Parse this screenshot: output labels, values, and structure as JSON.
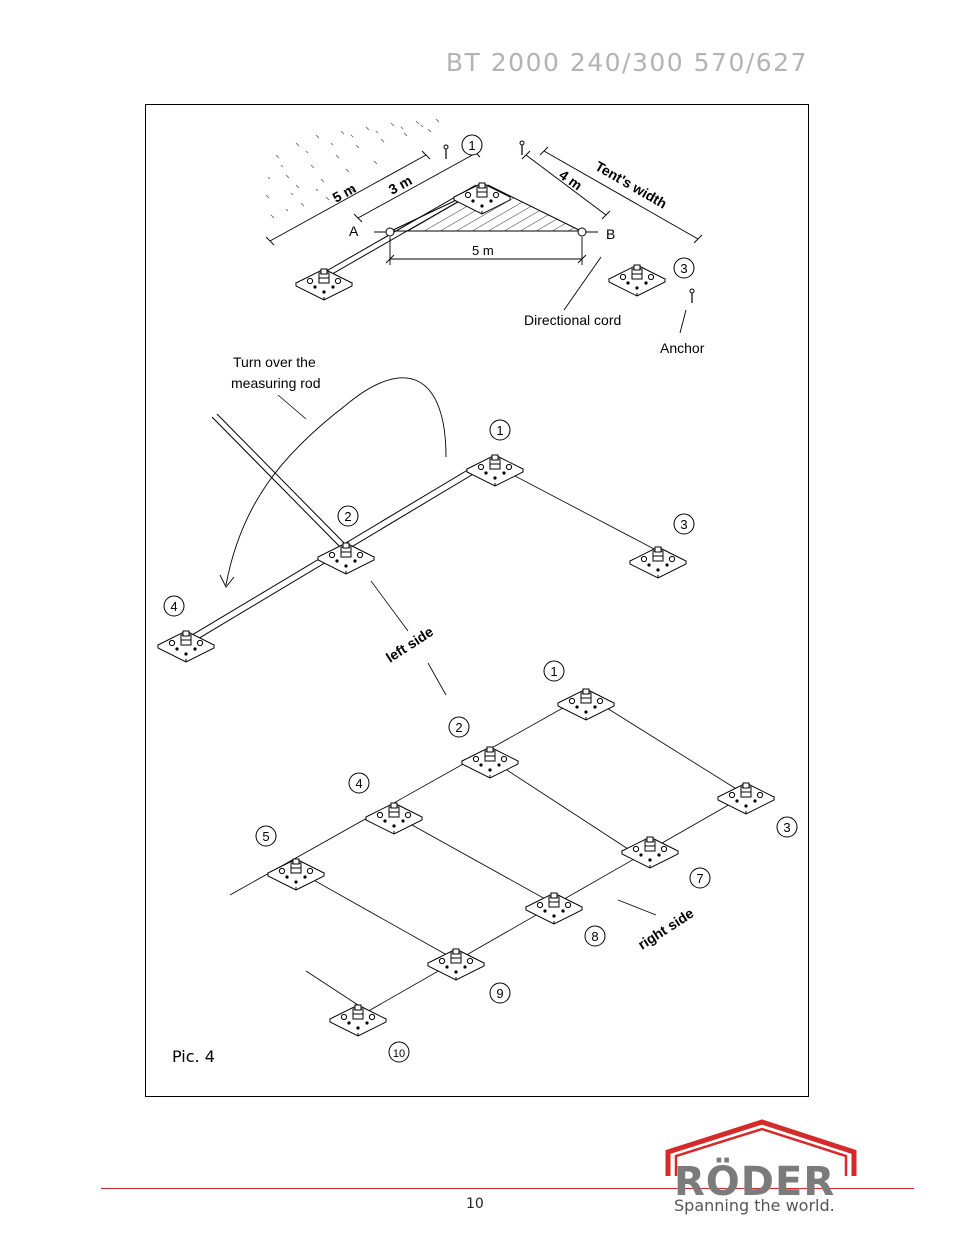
{
  "header": {
    "doc_title": "BT 2000 240/300 570/627"
  },
  "figure": {
    "caption": "Pic. 4",
    "labels": {
      "five_m_top": "5 m",
      "three_m": "3 m",
      "four_m": "4 m",
      "tents_width": "Tent's width",
      "point_a": "A",
      "point_b": "B",
      "five_m_bottom": "5 m",
      "directional_cord": "Directional cord",
      "anchor": "Anchor",
      "turn_over_1": "Turn over the",
      "turn_over_2": "measuring rod",
      "left_side": "left side",
      "right_side": "right side"
    },
    "markers": {
      "m1": "1",
      "m2": "2",
      "m3": "3",
      "m4": "4",
      "m5": "5",
      "m7": "7",
      "m8": "8",
      "m9": "9",
      "m10": "10"
    }
  },
  "footer": {
    "page_number": "10",
    "logo_text": "RÖDER",
    "tagline": "Spanning the world.",
    "brand_color": "#d42a2a"
  }
}
